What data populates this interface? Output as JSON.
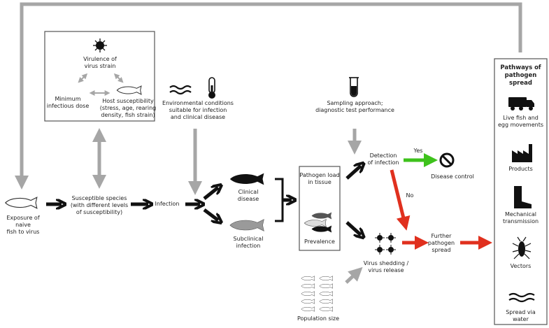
{
  "colors": {
    "grey_arrow": "#a6a6a6",
    "black_arrow": "#111111",
    "red_arrow": "#e0301e",
    "green_arrow": "#3ec21c",
    "fish_grey": "#9a9a9a"
  },
  "factors_box": {
    "virulence": "Virulence of\nvirus strain",
    "min_dose": "Minimum\ninfectious dose",
    "host_susceptibility": "Host susceptibility\n(stress, age, rearing\ndensity, fish strain)"
  },
  "environment": "Environmental conditions\nsuitable for infection\nand clinical disease",
  "sampling": "Sampling approach;\ndiagnostic test performance",
  "exposure": "Exposure of naive\nfish to virus",
  "susceptible": "Susceptible species\n(with different levels\nof susceptibility)",
  "infection": "Infection",
  "clinical": "Clinical\ndisease",
  "subclinical": "Subclinical\ninfection",
  "pathogen_load": "Pathogen load\nin tissue",
  "prevalence": "Prevalence",
  "detection": "Detection\nof infection",
  "yes": "Yes",
  "no": "No",
  "disease_control": "Disease control",
  "shedding": "Virus shedding /\nvirus release",
  "further_spread": "Further\npathogen\nspread",
  "population": "Population size",
  "pathways": {
    "title": "Pathways of\npathogen spread",
    "items": [
      {
        "label": "Live fish and\negg movements",
        "icon": "truck-icon"
      },
      {
        "label": "Products",
        "icon": "factory-icon"
      },
      {
        "label": "Mechanical\ntransmission",
        "icon": "boot-icon"
      },
      {
        "label": "Vectors",
        "icon": "insect-icon"
      },
      {
        "label": "Spread via\nwater",
        "icon": "water-icon"
      }
    ]
  }
}
